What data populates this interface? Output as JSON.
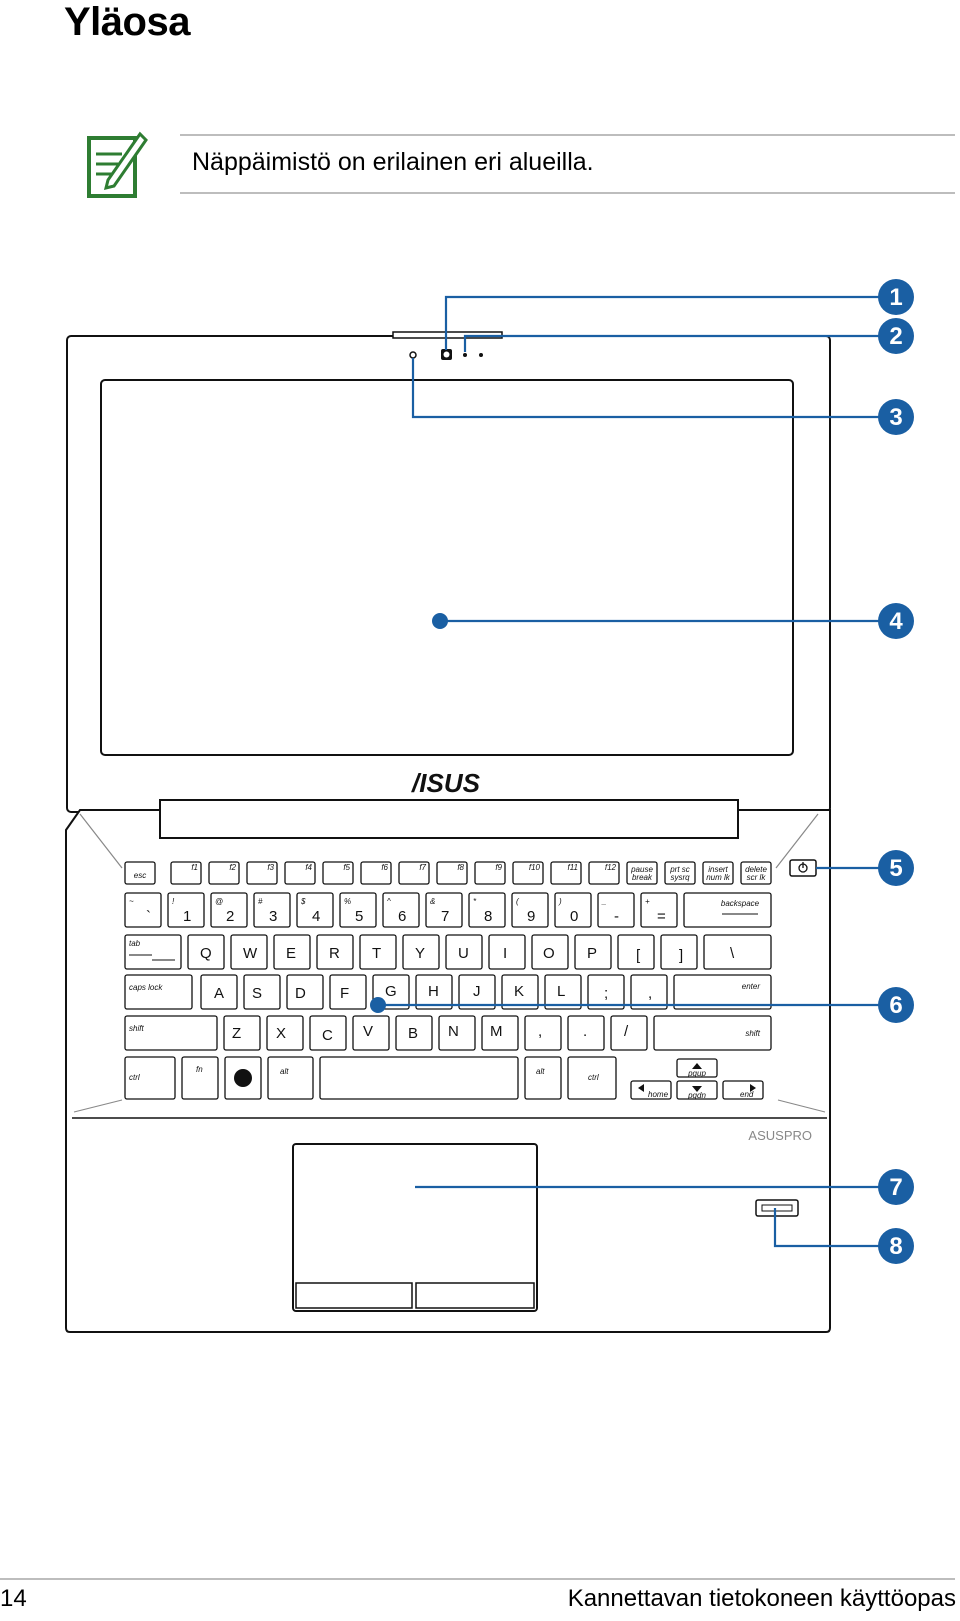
{
  "page": {
    "title": "Yläosa",
    "note_text": "Näppäimistö on erilainen eri alueilla.",
    "page_number": "14",
    "footer_title": "Kannettavan tietokoneen käyttöopas"
  },
  "diagram": {
    "logo": "/ISUS",
    "palmrest_brand": "ASUSPRO",
    "callouts": [
      "1",
      "2",
      "3",
      "4",
      "5",
      "6",
      "7",
      "8"
    ],
    "keys": {
      "row0": [
        "esc",
        "f1",
        "f2",
        "f3",
        "f4",
        "f5",
        "f6",
        "f7",
        "f8",
        "f9",
        "f10",
        "f11",
        "f12"
      ],
      "pause_top": "pause",
      "pause_bot": "break",
      "prtsc_top": "prt sc",
      "prtsc_bot": "sysrq",
      "insert_top": "insert",
      "insert_bot": "num lk",
      "delete_top": "delete",
      "delete_bot": "scr lk",
      "row1": [
        "`",
        "1",
        "2",
        "3",
        "4",
        "5",
        "6",
        "7",
        "8",
        "9",
        "0",
        "-",
        "="
      ],
      "row1_shift": [
        "~",
        "!",
        "@",
        "#",
        "$",
        "%",
        "^",
        "&",
        "*",
        "(",
        ")",
        "_",
        "+"
      ],
      "backspace": "backspace",
      "tab": "tab",
      "row2": [
        "Q",
        "W",
        "E",
        "R",
        "T",
        "Y",
        "U",
        "I",
        "O",
        "P",
        "[",
        "]",
        "\\"
      ],
      "caps": "caps lock",
      "row3": [
        "A",
        "S",
        "D",
        "F",
        "G",
        "H",
        "J",
        "K",
        "L",
        ";",
        ","
      ],
      "enter": "enter",
      "shift": "shift",
      "row4": [
        "Z",
        "X",
        "C",
        "V",
        "B",
        "N",
        "M",
        ",",
        ".",
        "/"
      ],
      "ctrl": "ctrl",
      "fn": "fn",
      "alt": "alt",
      "pgup": "pgup",
      "pgdn": "pgdn",
      "home": "home",
      "end": "end"
    },
    "accent_color": "#1a5fa3",
    "note_icon_color": "#2e7d32"
  }
}
